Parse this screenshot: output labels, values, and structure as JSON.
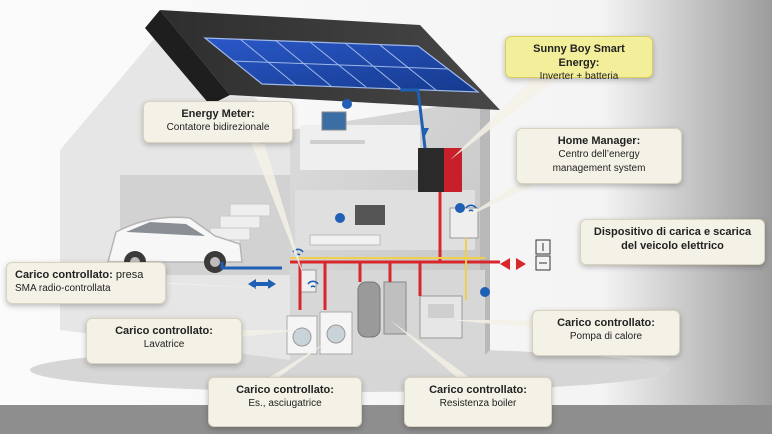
{
  "callouts": {
    "sunny_boy": {
      "title": "Sunny Boy Smart Energy:",
      "sub": "Inverter + batteria"
    },
    "energy_meter": {
      "title": "Energy Meter:",
      "sub": "Contatore bidirezionale"
    },
    "home_manager": {
      "title": "Home Manager:",
      "sub1": "Centro dell’energy",
      "sub2": "management system"
    },
    "ev_charger": {
      "line1": "Dispositivo di carica e scarica",
      "line2": "del veicolo elettrico"
    },
    "socket": {
      "title": "Carico controllato:",
      "title_rest": " presa",
      "sub": "SMA radio-controllata"
    },
    "washer": {
      "title": "Carico controllato:",
      "sub": "Lavatrice"
    },
    "heatpump": {
      "title": "Carico controllato:",
      "sub": "Pompa di calore"
    },
    "dryer": {
      "title": "Carico controllato:",
      "sub": "Es., asciugatrice"
    },
    "boiler": {
      "title": "Carico controllato:",
      "sub": "Resistenza boiler"
    }
  },
  "colors": {
    "dc_line": "#1f5fb4",
    "ac_line": "#d9262a",
    "highlight": "#f3ee9a",
    "inverter": "#c8202a"
  },
  "icons": [
    "solar-panel-icon",
    "wifi-icon",
    "car-icon",
    "washer-icon",
    "boiler-icon",
    "heat-pump-icon",
    "bidirectional-arrow-icon"
  ]
}
